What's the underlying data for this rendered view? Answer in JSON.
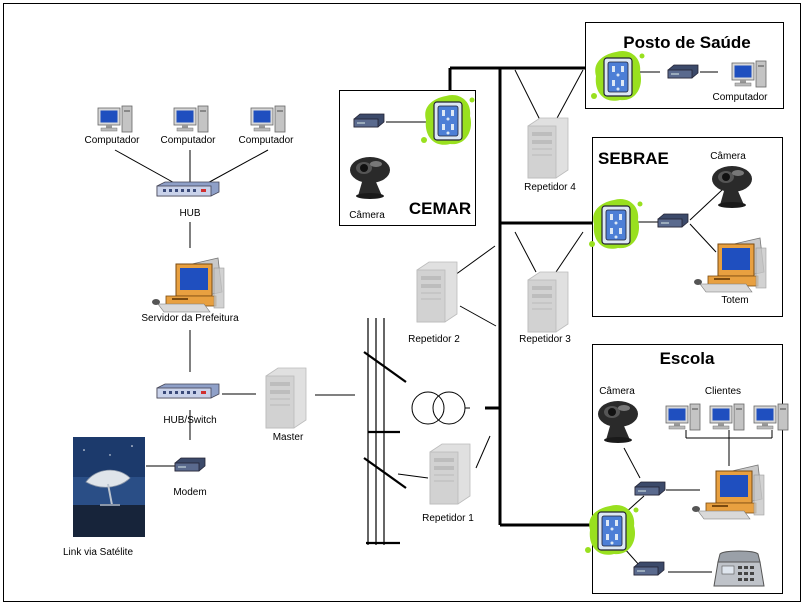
{
  "labels": {
    "computer_1": "Computador",
    "computer_2": "Computador",
    "computer_3": "Computador",
    "hub": "HUB",
    "server": "Servidor da Prefeitura",
    "hub_switch": "HUB/Switch",
    "master": "Master",
    "modem": "Modem",
    "satellite": "Link via Satélite",
    "repeater_1": "Repetidor 1",
    "repeater_2": "Repetidor 2",
    "repeater_3": "Repetidor 3",
    "repeater_4": "Repetidor 4"
  },
  "sites": {
    "cemar": {
      "title": "CEMAR",
      "camera": "Câmera"
    },
    "posto": {
      "title": "Posto de Saúde",
      "computer": "Computador"
    },
    "sebrae": {
      "title": "SEBRAE",
      "camera": "Câmera",
      "totem": "Totem"
    },
    "escola": {
      "title": "Escola",
      "camera": "Câmera",
      "clients": "Clientes"
    }
  },
  "colors": {
    "line": "#000000",
    "outlet_green": "#99e01f",
    "outlet_plate": "#dde8f5",
    "monitor_blue": "#1f4fbf",
    "device_gray": "#c8c8c8",
    "pc_orange": "#e8a040"
  }
}
